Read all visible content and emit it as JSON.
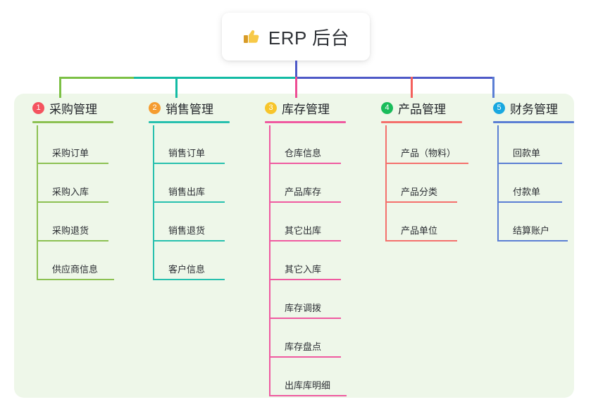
{
  "root": {
    "icon": "thumbs-up-icon",
    "title": "ERP 后台"
  },
  "palette": {
    "panel_bg": "#eef7e9",
    "page_bg": "#ffffff",
    "root_text": "#2f3237",
    "bus_left_green": "#7cc045",
    "bus_teal": "#13bba4",
    "bus_blue": "#4e59c7",
    "drop_pink": "#ee4d94",
    "drop_red": "#f4605c",
    "drop_blue": "#5b7fd4"
  },
  "connectors": {
    "root_stem_color": "#4e59c7",
    "bus_segments": [
      {
        "name": "bus-green",
        "color": "#7cc045"
      },
      {
        "name": "bus-teal",
        "color": "#13bba4"
      },
      {
        "name": "bus-blue",
        "color": "#4e59c7"
      }
    ],
    "drops": [
      {
        "name": "drop-to-purchasing",
        "color": "#7cc045"
      },
      {
        "name": "drop-to-sales",
        "color": "#13bba4"
      },
      {
        "name": "drop-to-inventory",
        "color": "#ee4d94"
      },
      {
        "name": "drop-to-product",
        "color": "#f4605c"
      },
      {
        "name": "drop-to-finance",
        "color": "#5b7fd4"
      }
    ]
  },
  "columns": [
    {
      "key": "purchasing",
      "number": "1",
      "label": "采购管理",
      "badge_color": "#f4535f",
      "line_color": "#8cc152",
      "items": [
        "采购订单",
        "采购入库",
        "采购退货",
        "供应商信息"
      ]
    },
    {
      "key": "sales",
      "number": "2",
      "label": "销售管理",
      "badge_color": "#f59c30",
      "line_color": "#27c0ae",
      "items": [
        "销售订单",
        "销售出库",
        "销售退货",
        "客户信息"
      ]
    },
    {
      "key": "inventory",
      "number": "3",
      "label": "库存管理",
      "badge_color": "#f7c52b",
      "line_color": "#ef5aa0",
      "items": [
        "仓库信息",
        "产品库存",
        "其它出库",
        "其它入库",
        "库存调拨",
        "库存盘点",
        "出库库明细"
      ]
    },
    {
      "key": "product",
      "number": "4",
      "label": "产品管理",
      "badge_color": "#1abc5b",
      "line_color": "#f4706c",
      "items": [
        "产品（物料）",
        "产品分类",
        "产品单位"
      ]
    },
    {
      "key": "finance",
      "number": "5",
      "label": "财务管理",
      "badge_color": "#19a8e0",
      "line_color": "#5b7fd4",
      "items": [
        "回款单",
        "付款单",
        "结算账户"
      ]
    }
  ]
}
